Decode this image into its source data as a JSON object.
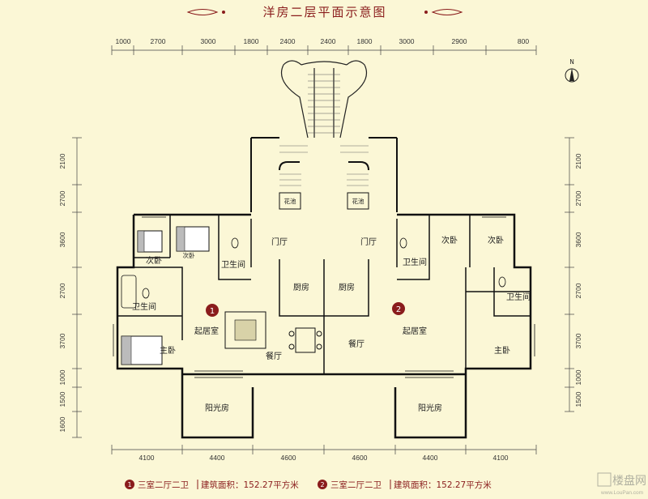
{
  "title": "洋房二层平面示意图",
  "compass": {
    "label": "N"
  },
  "dims": {
    "top": [
      "1000",
      "2700",
      "3000",
      "1800",
      "2400",
      "2400",
      "1800",
      "3000",
      "2900",
      "800"
    ],
    "bottom": [
      "4100",
      "4400",
      "4600",
      "4600",
      "4400",
      "4100"
    ],
    "left": [
      "2100",
      "2700",
      "3600",
      "2700",
      "3700",
      "1000",
      "1500",
      "1600"
    ],
    "right": [
      "2100",
      "2700",
      "3600",
      "2700",
      "3700",
      "1000",
      "1500"
    ]
  },
  "rooms": {
    "hua_chi_l": "花池",
    "hua_chi_r": "花池",
    "men_ting_l": "门厅",
    "men_ting_r": "门厅",
    "ci_wo_l1": "次卧",
    "ci_wo_l2": "次卧",
    "wei_l1": "卫生间",
    "wei_l2": "卫生间",
    "chu_fang_l": "厨房",
    "chu_fang_r": "厨房",
    "qi_ju_l": "起居室",
    "qi_ju_r": "起居室",
    "can_ting_l": "餐厅",
    "can_ting_r": "餐厅",
    "zhu_wo_l": "主卧",
    "zhu_wo_r": "主卧",
    "ci_wo_r1": "次卧",
    "ci_wo_r2": "次卧",
    "wei_r1": "卫生间",
    "wei_r2": "卫生间",
    "yang_guang_l": "阳光房",
    "yang_guang_r": "阳光房"
  },
  "units": {
    "u1": "1",
    "u2": "2"
  },
  "legend": [
    {
      "num": "1",
      "text": "三室二厅二卫",
      "area": "建筑面积：152.27平方米"
    },
    {
      "num": "2",
      "text": "三室二厅二卫",
      "area": "建筑面积：152.27平方米"
    }
  ],
  "watermark": {
    "brand": "楼盘网",
    "url": "www.LouPan.com"
  },
  "colors": {
    "background": "#fbf7d6",
    "accent": "#8a1c1c",
    "wall": "#111111"
  }
}
